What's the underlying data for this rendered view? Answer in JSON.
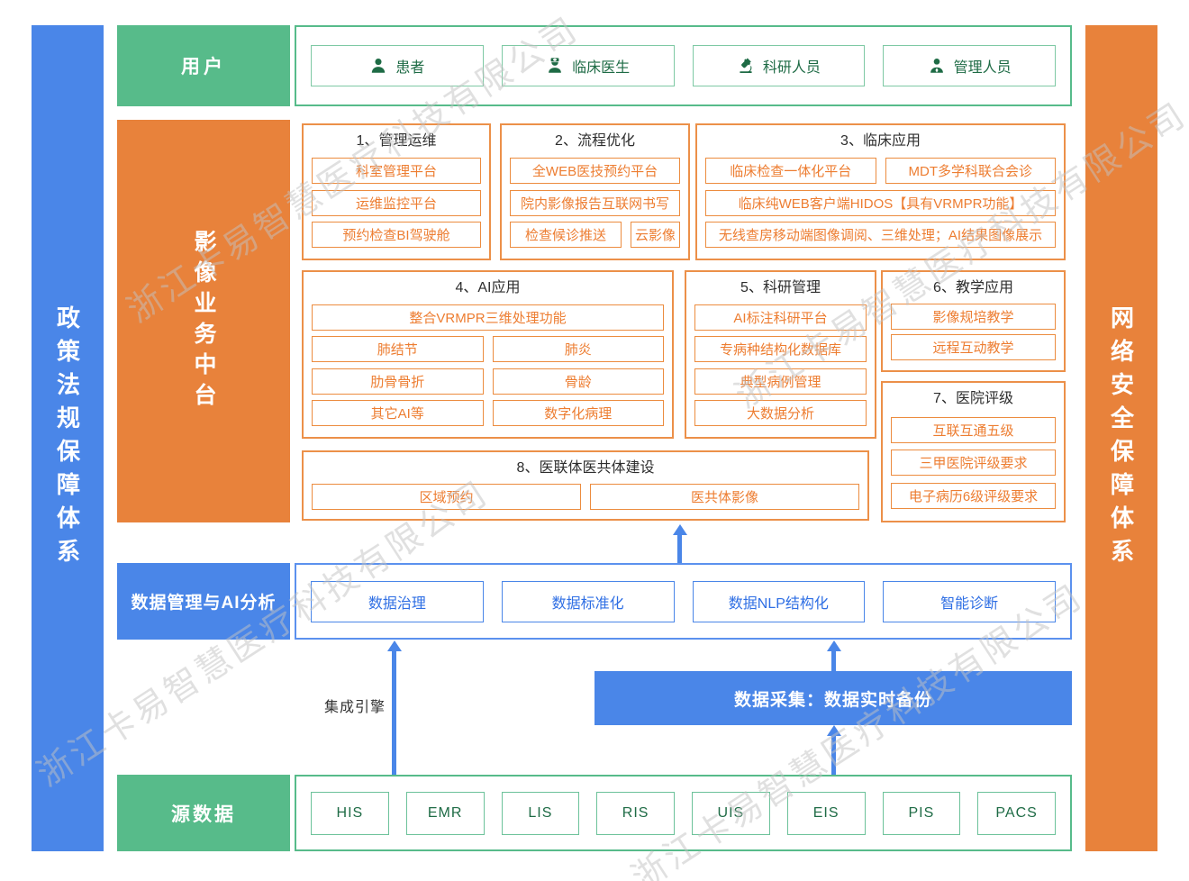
{
  "watermark": "浙江卡易智慧医疗科技有限公司",
  "side_bars": {
    "left": "政策法规保障体系",
    "right": "网络安全保障体系"
  },
  "users_row": {
    "label": "用户",
    "items": [
      {
        "label": "患者",
        "icon": "patient-icon"
      },
      {
        "label": "临床医生",
        "icon": "doctor-icon"
      },
      {
        "label": "科研人员",
        "icon": "microscope-icon"
      },
      {
        "label": "管理人员",
        "icon": "manager-icon"
      }
    ]
  },
  "platform": {
    "label": "影像业务中台",
    "groups": [
      {
        "title": "1、管理运维",
        "items": [
          "科室管理平台",
          "运维监控平台",
          "预约检查BI驾驶舱"
        ]
      },
      {
        "title": "2、流程优化",
        "items": [
          "全WEB医技预约平台",
          "院内影像报告互联网书写",
          "检查候诊推送",
          "云影像"
        ]
      },
      {
        "title": "3、临床应用",
        "items": [
          "临床检查一体化平台",
          "MDT多学科联合会诊",
          "临床纯WEB客户端HIDOS【具有VRMPR功能】",
          "无线查房移动端图像调阅、三维处理；AI结果图像展示"
        ]
      },
      {
        "title": "4、AI应用",
        "items": [
          "整合VRMPR三维处理功能",
          "肺结节",
          "肺炎",
          "肋骨骨折",
          "骨龄",
          "其它AI等",
          "数字化病理"
        ]
      },
      {
        "title": "5、科研管理",
        "items": [
          "AI标注科研平台",
          "专病种结构化数据库",
          "典型病例管理",
          "大数据分析"
        ]
      },
      {
        "title": "6、教学应用",
        "items": [
          "影像规培教学",
          "远程互动教学"
        ]
      },
      {
        "title": "7、医院评级",
        "items": [
          "互联互通五级",
          "三甲医院评级要求",
          "电子病历6级评级要求"
        ]
      },
      {
        "title": "8、医联体医共体建设",
        "items": [
          "区域预约",
          "医共体影像"
        ]
      }
    ]
  },
  "analysis_row": {
    "label": "数据管理与AI分析",
    "items": [
      "数据治理",
      "数据标准化",
      "数据NLP结构化",
      "智能诊断"
    ]
  },
  "flow": {
    "integration_engine": "集成引擎",
    "data_collection": "数据采集：数据实时备份"
  },
  "source_row": {
    "label": "源数据",
    "systems": [
      "HIS",
      "EMR",
      "LIS",
      "RIS",
      "UIS",
      "EIS",
      "PIS",
      "PACS"
    ]
  },
  "colors": {
    "green": "#57bb8a",
    "orange": "#e8823b",
    "blue": "#4a86e8",
    "orange_text": "#ed7d31",
    "dark_green": "#1e6b45",
    "watermark_gray": "#c3c3c3"
  }
}
